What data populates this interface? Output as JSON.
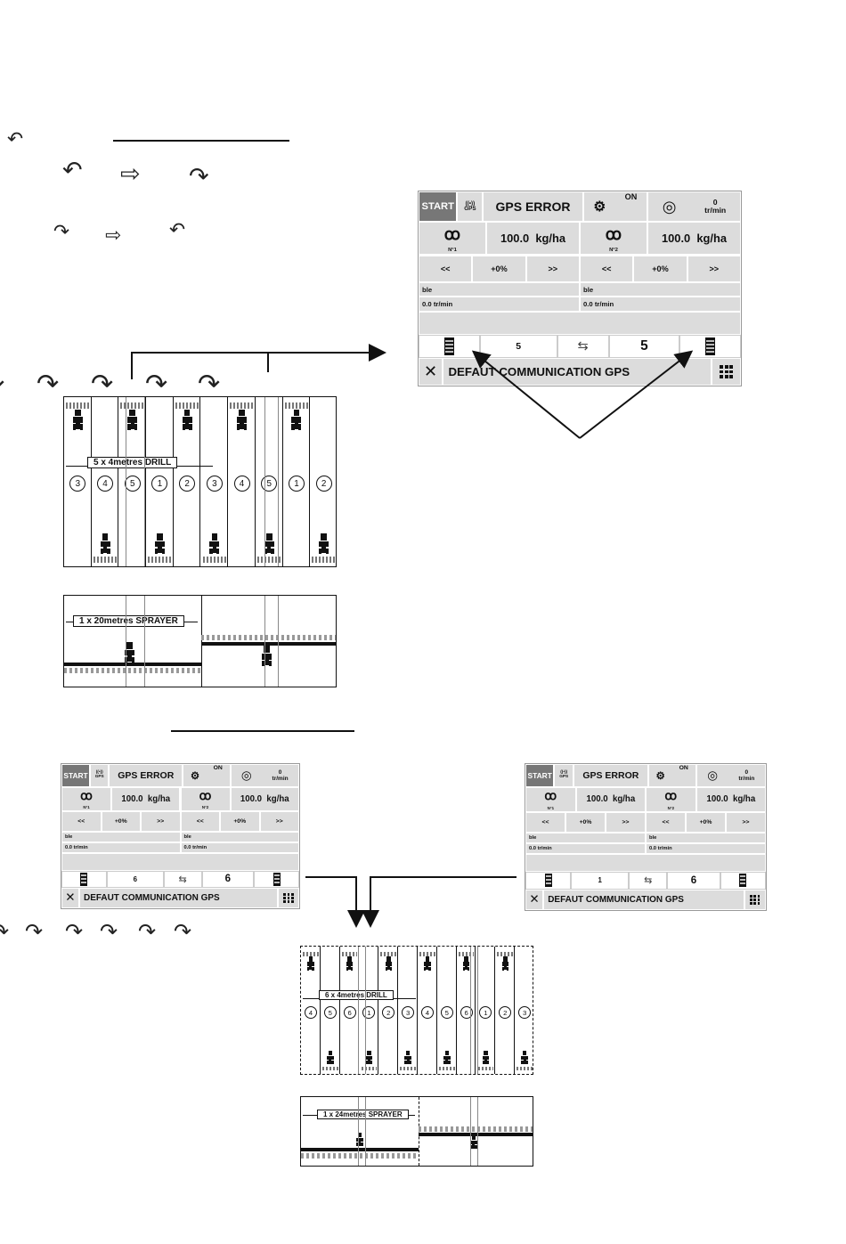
{
  "screens": [
    {
      "id": "top",
      "top_bar": {
        "start": "START",
        "gps": "GPS",
        "status": "GPS ERROR",
        "on": "ON",
        "speed_value": "0",
        "speed_unit": "tr/min"
      },
      "meters": [
        {
          "name": "N°1",
          "rate": "100.0  kg/ha",
          "minus": "<<",
          "pct": "+0%",
          "plus": ">>",
          "product": "ble",
          "rpm": "0.0 tr/min"
        },
        {
          "name": "N°2",
          "rate": "100.0  kg/ha",
          "minus": "<<",
          "pct": "+0%",
          "plus": ">>",
          "product": "ble",
          "rpm": "0.0 tr/min"
        }
      ],
      "tramline": {
        "current": "5",
        "total": "5"
      },
      "alarm": "DEFAUT COMMUNICATION GPS"
    },
    {
      "id": "bottom-left",
      "top_bar": {
        "start": "START",
        "gps": "GPS",
        "status": "GPS ERROR",
        "on": "ON",
        "speed_value": "0",
        "speed_unit": "tr/min"
      },
      "meters": [
        {
          "name": "N°1",
          "rate": "100.0  kg/ha",
          "minus": "<<",
          "pct": "+0%",
          "plus": ">>",
          "product": "ble",
          "rpm": "0.0 tr/min"
        },
        {
          "name": "N°2",
          "rate": "100.0  kg/ha",
          "minus": "<<",
          "pct": "+0%",
          "plus": ">>",
          "product": "ble",
          "rpm": "0.0 tr/min"
        }
      ],
      "tramline": {
        "current": "6",
        "total": "6"
      },
      "alarm": "DEFAUT COMMUNICATION GPS"
    },
    {
      "id": "bottom-right",
      "top_bar": {
        "start": "START",
        "gps": "GPS",
        "status": "GPS ERROR",
        "on": "ON",
        "speed_value": "0",
        "speed_unit": "tr/min"
      },
      "meters": [
        {
          "name": "N°1",
          "rate": "100.0  kg/ha",
          "minus": "<<",
          "pct": "+0%",
          "plus": ">>",
          "product": "ble",
          "rpm": "0.0 tr/min"
        },
        {
          "name": "N°2",
          "rate": "100.0  kg/ha",
          "minus": "<<",
          "pct": "+0%",
          "plus": ">>",
          "product": "ble",
          "rpm": "0.0 tr/min"
        }
      ],
      "tramline": {
        "current": "1",
        "total": "6"
      },
      "alarm": "DEFAUT COMMUNICATION GPS"
    }
  ],
  "diagram_top": {
    "drill_label": "5 x 4metres DRILL",
    "sprayer_label": "1 x 20metres SPRAYER",
    "pass_numbers": [
      "3",
      "4",
      "5",
      "1",
      "2",
      "3",
      "4",
      "5",
      "1",
      "2"
    ]
  },
  "diagram_bottom": {
    "drill_label": "6 x 4metres DRILL",
    "sprayer_label": "1 x 24metres SPRAYER",
    "pass_numbers": [
      "4",
      "5",
      "6",
      "1",
      "2",
      "3",
      "4",
      "5",
      "6",
      "1",
      "2",
      "3"
    ]
  },
  "colors": {
    "screen_bg": "#dcdcdc",
    "start_bg": "#777777",
    "ink": "#111111"
  }
}
